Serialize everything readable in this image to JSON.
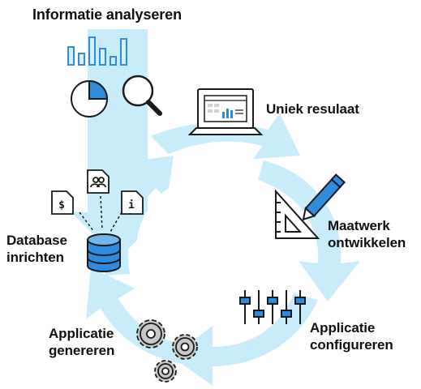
{
  "steps": {
    "analyse": "Informatie analyseren",
    "uniek": "Uniek resulaat",
    "maatwerk": "Maatwerk\nontwikkelen",
    "database": "Database\ninrichten",
    "configureren": "Applicatie\nconfigureren",
    "genereren": "Applicatie\ngenereren"
  },
  "icons": {
    "dollar_doc": "$",
    "info_doc": "i"
  },
  "colors": {
    "flow": "#c9ecfb",
    "accent": "#2f8bdc",
    "stroke": "#1a1a1a",
    "gear": "#c8c8c8"
  }
}
